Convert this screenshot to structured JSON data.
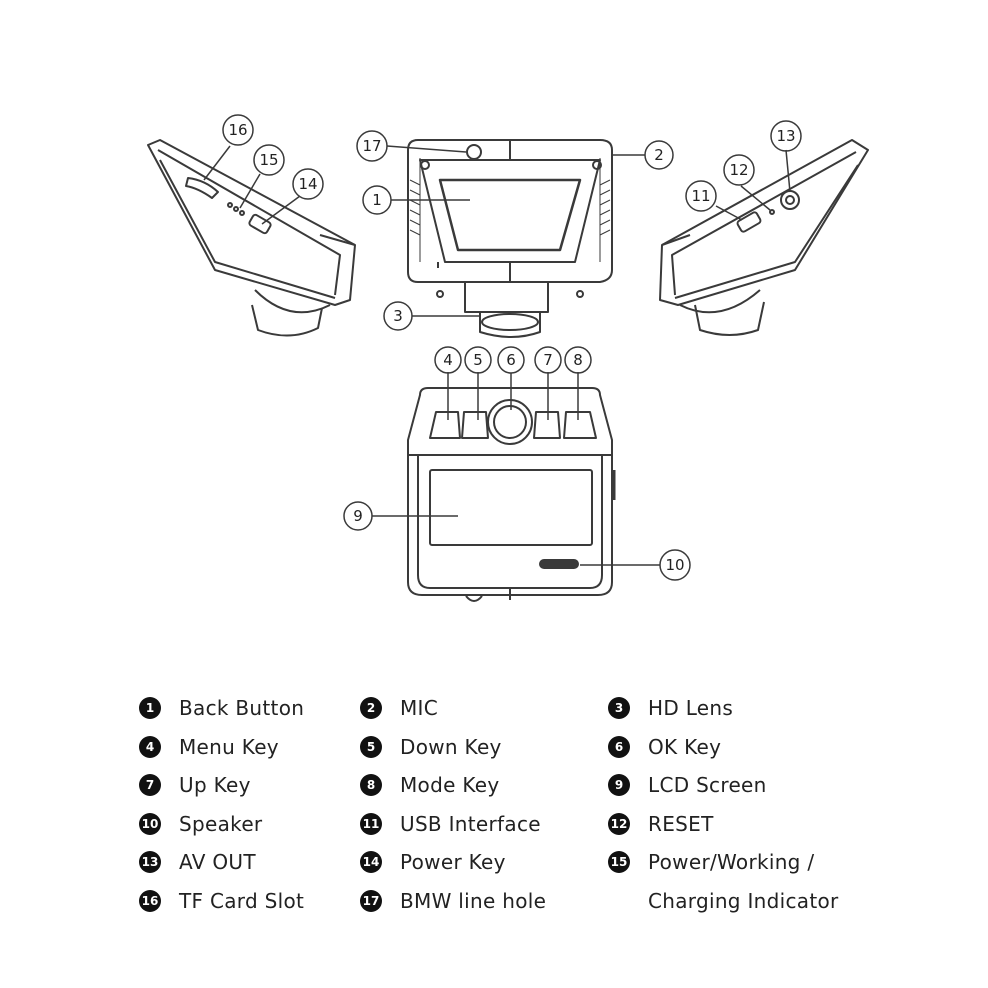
{
  "callouts": [
    "1",
    "2",
    "3",
    "4",
    "5",
    "6",
    "7",
    "8",
    "9",
    "10",
    "11",
    "12",
    "13",
    "14",
    "15",
    "16",
    "17"
  ],
  "legend": [
    {
      "num": "1",
      "label": "Back Button"
    },
    {
      "num": "2",
      "label": "MIC"
    },
    {
      "num": "3",
      "label": "HD Lens"
    },
    {
      "num": "4",
      "label": "Menu Key"
    },
    {
      "num": "5",
      "label": "Down Key"
    },
    {
      "num": "6",
      "label": "OK Key"
    },
    {
      "num": "7",
      "label": "Up Key"
    },
    {
      "num": "8",
      "label": "Mode Key"
    },
    {
      "num": "9",
      "label": "LCD Screen"
    },
    {
      "num": "10",
      "label": "Speaker"
    },
    {
      "num": "11",
      "label": "USB Interface"
    },
    {
      "num": "12",
      "label": "RESET"
    },
    {
      "num": "13",
      "label": "AV OUT"
    },
    {
      "num": "14",
      "label": "Power Key"
    },
    {
      "num": "15",
      "label": "Power/Working /"
    },
    {
      "num": "16",
      "label": "TF Card Slot"
    },
    {
      "num": "17",
      "label": "BMW line hole"
    }
  ],
  "legend_continuation": "Charging Indicator",
  "colors": {
    "line": "#3a3a3a",
    "badge": "#111111",
    "text": "#222222"
  }
}
